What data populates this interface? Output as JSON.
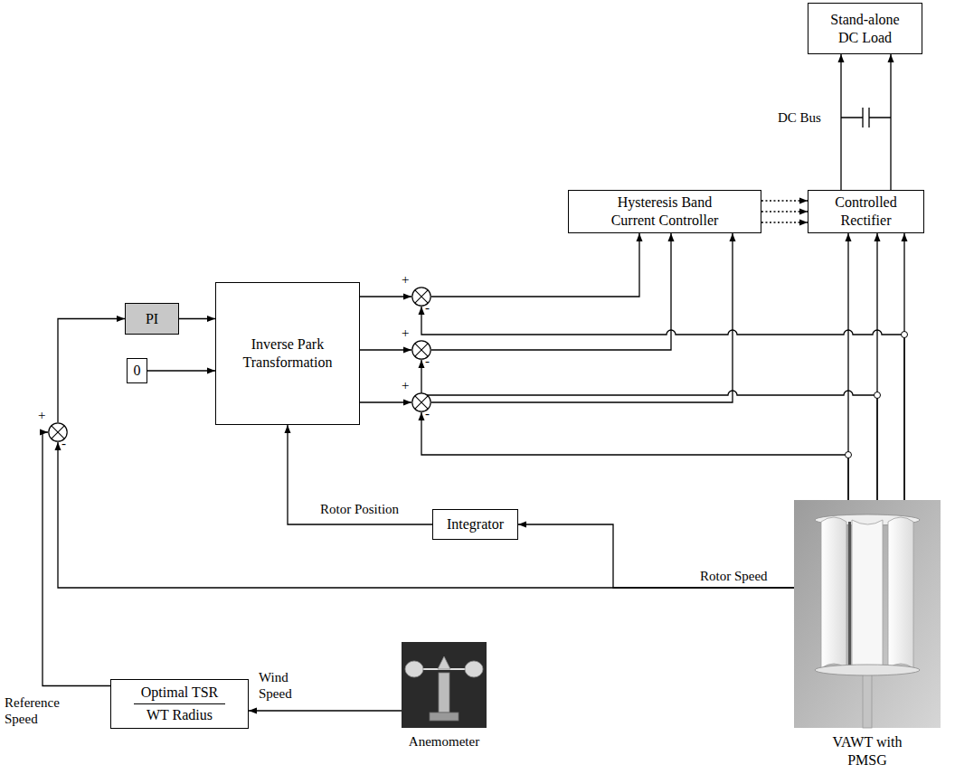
{
  "diagram": {
    "nodes": [
      {
        "text": [
          "Stand-alone DC Load"
        ]
      },
      {
        "text": [
          "Hysteresis Band Current Controller"
        ]
      },
      {
        "text": [
          "Controlled Rectifier"
        ]
      },
      {
        "text": [
          "PI"
        ]
      },
      {
        "text": [
          "Inverse Park Transformation"
        ]
      },
      {
        "text": [
          "+",
          "-"
        ]
      },
      {
        "text": [
          "+",
          "-"
        ]
      },
      {
        "text": [
          "0"
        ]
      },
      {
        "text": [
          "+",
          "-"
        ]
      },
      {
        "text": [
          "Integrator"
        ]
      },
      {
        "text": [
          "+",
          "-"
        ]
      },
      {
        "text": [
          "VAWT with PMSG"
        ]
      },
      {
        "text": [
          "Optimal TSR",
          "WT Radius"
        ]
      },
      {
        "text": [
          "Anemometer"
        ]
      }
    ],
    "edges": [
      {
        "from": 2,
        "to": 0,
        "arrow": "to",
        "label": "DC Bus"
      },
      {
        "from": 1,
        "to": 2,
        "arrow": "to"
      },
      {
        "from": 11,
        "to": 2,
        "arrow": "to"
      },
      {
        "from": 3,
        "to": 4,
        "arrow": "to"
      },
      {
        "from": 7,
        "to": 4,
        "arrow": "to"
      },
      {
        "from": 4,
        "to": 5,
        "arrow": "to"
      },
      {
        "from": 4,
        "to": 6,
        "arrow": "to"
      },
      {
        "from": 4,
        "to": 8,
        "arrow": "to"
      },
      {
        "from": 5,
        "to": 1,
        "arrow": "to"
      },
      {
        "from": 6,
        "to": 1,
        "arrow": "to"
      },
      {
        "from": 8,
        "to": 1,
        "arrow": "to"
      },
      {
        "from": 11,
        "to": 5,
        "arrow": "to"
      },
      {
        "from": 11,
        "to": 6,
        "arrow": "to"
      },
      {
        "from": 11,
        "to": 8,
        "arrow": "to"
      },
      {
        "from": 9,
        "to": 4,
        "arrow": "to",
        "label": "Rotor Position"
      },
      {
        "from": 11,
        "to": 9,
        "arrow": "to"
      },
      {
        "from": 11,
        "to": 10,
        "arrow": "to",
        "label": "Rotor Speed"
      },
      {
        "from": 10,
        "to": 3,
        "arrow": "to"
      },
      {
        "from": 12,
        "to": 10,
        "arrow": "to",
        "label": "Reference Speed"
      },
      {
        "from": 13,
        "to": 12,
        "arrow": "to",
        "label": "Wind Speed"
      }
    ]
  }
}
